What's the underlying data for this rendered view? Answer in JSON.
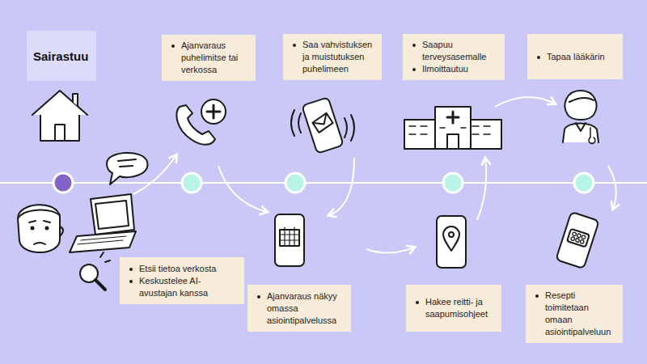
{
  "diagram": {
    "nodes": [
      {
        "text": [
          "Sairastuu"
        ]
      },
      {
        "text": [
          "Etsii tietoa verkosta",
          "Keskustelee AI-avustajan kanssa"
        ]
      },
      {
        "text": [
          "Ajanvaraus puhelimitse tai verkossa"
        ]
      },
      {
        "text": [
          "Ajanvaraus näkyy omassa asiointipalvelussa"
        ]
      },
      {
        "text": [
          "Saa vahvistuksen ja muistutuksen puhelimeen"
        ]
      },
      {
        "text": [
          "Hakee reitti- ja saapumisohjeet"
        ]
      },
      {
        "text": [
          "Saapuu terveysasemalle",
          "Ilmoittautuu"
        ]
      },
      {
        "text": [
          "Tapaa lääkärin"
        ]
      },
      {
        "text": [
          "Resepti toimitetaan omaan asiointipalveluun"
        ]
      }
    ]
  }
}
